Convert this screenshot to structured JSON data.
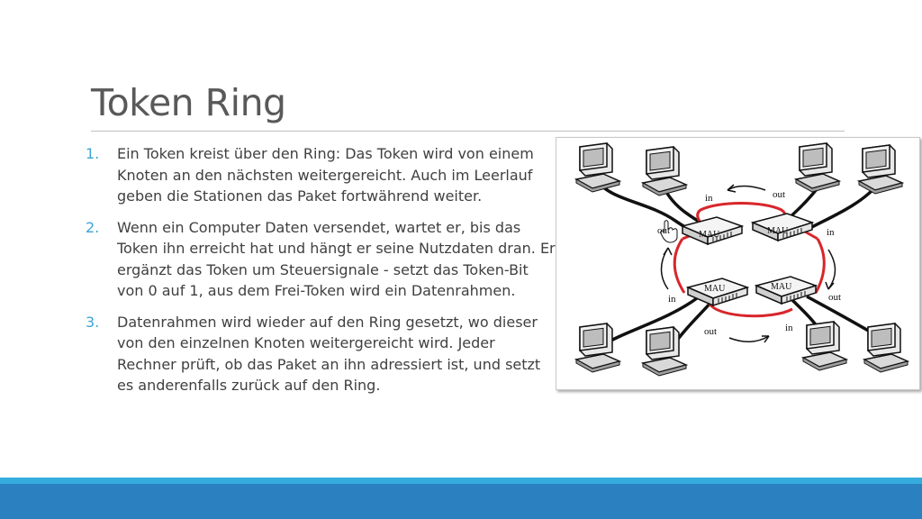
{
  "slide": {
    "title": "Token Ring",
    "points": [
      {
        "number": "1.",
        "text": "Ein Token kreist über den Ring: Das Token wird von einem Knoten an den nächsten weitergereicht. Auch im Leerlauf geben die Stationen das Paket fortwährend weiter."
      },
      {
        "number": "2.",
        "text": "Wenn ein Computer Daten versendet, wartet er, bis das Token ihn erreicht hat und hängt er seine Nutzdaten dran. Er ergänzt das Token um Steuersignale - setzt das Token-Bit von 0 auf 1, aus dem Frei-Token wird ein Datenrahmen."
      },
      {
        "number": "3.",
        "text": "Datenrahmen wird wieder auf den Ring gesetzt, wo dieser von den einzelnen Knoten weitergereicht wird. Jeder Rechner prüft, ob das Paket an ihn adressiert ist, und setzt es anderenfalls zurück auf den Ring."
      }
    ]
  },
  "figure": {
    "mau_label": "MAU",
    "port_labels": {
      "in_top_left": "in",
      "out_top_right": "out",
      "out_left": "out",
      "in_right": "in",
      "in_bottom_left": "in",
      "out_bottom_right": "out",
      "out_bottom": "out",
      "in_bottom": "in"
    },
    "ring_color": "#d8262b",
    "icons": [
      "computer-icon",
      "mau-hub-icon",
      "hand-cursor-icon",
      "arrow-icon"
    ]
  },
  "theme": {
    "accent": "#3aa6d3",
    "footer_thin": "#35acdd",
    "footer_bar": "#2b80c0",
    "title_color": "#595959",
    "text_color": "#404040"
  }
}
